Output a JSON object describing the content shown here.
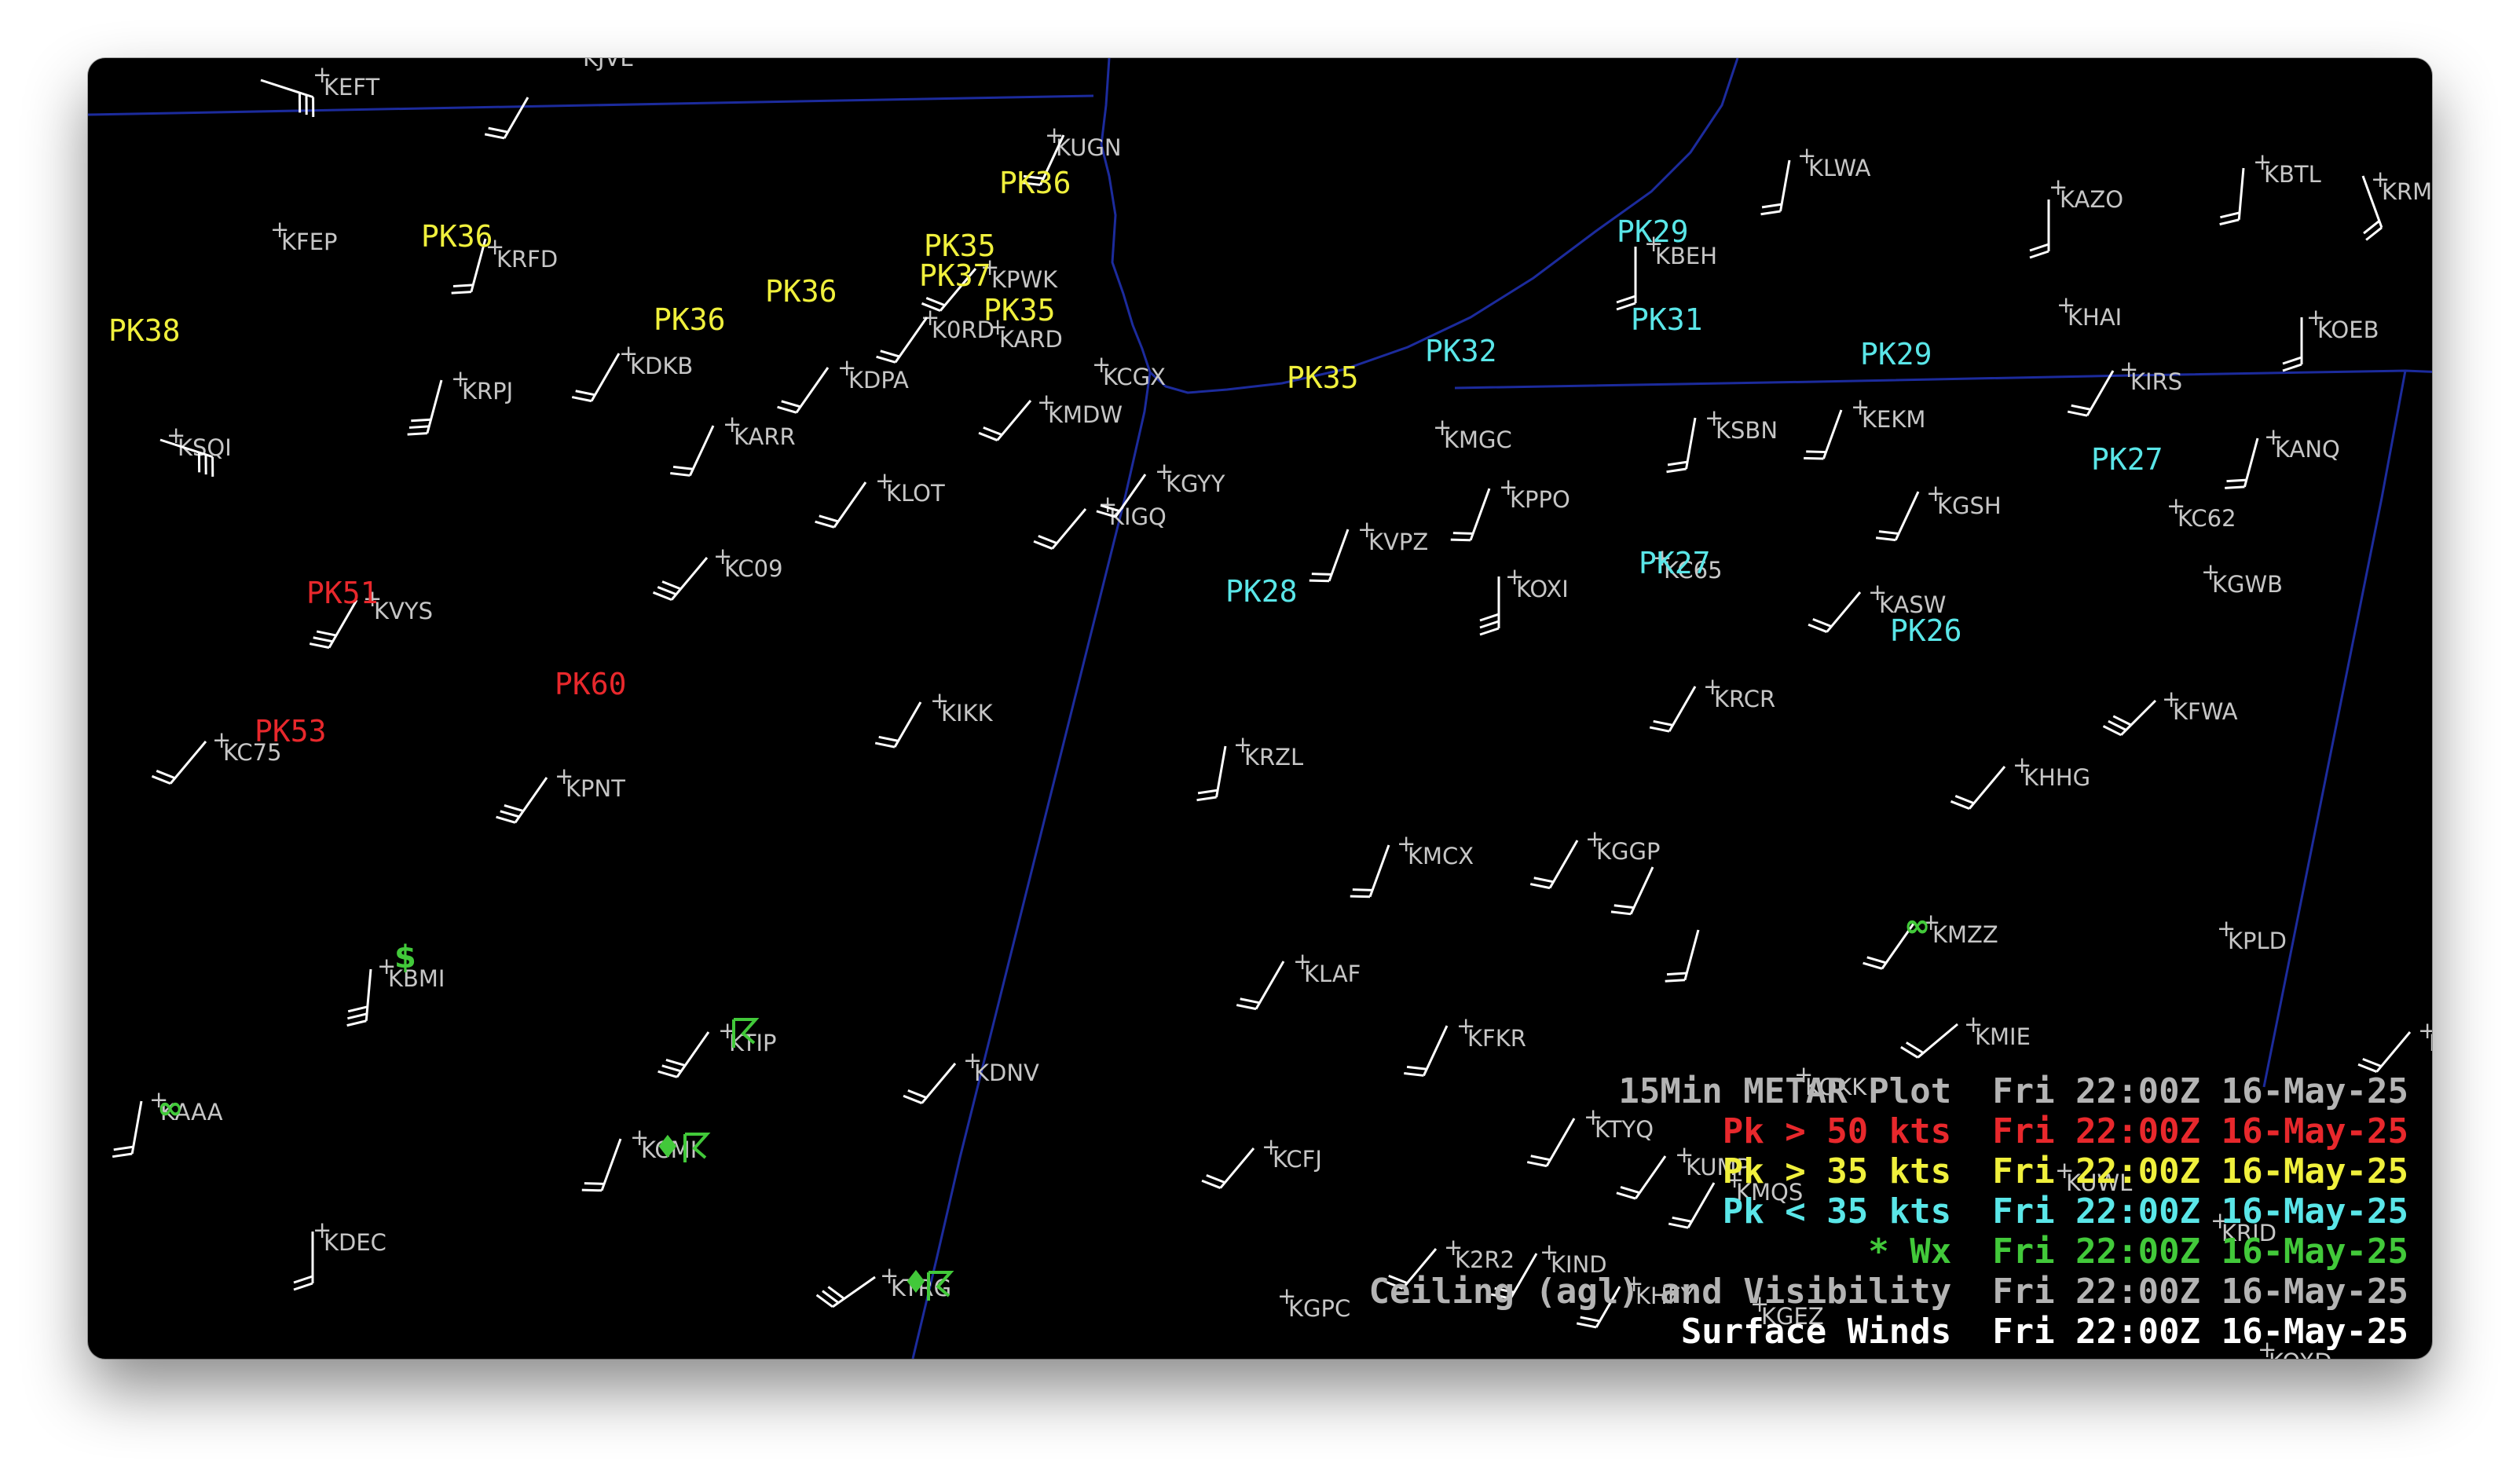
{
  "map": {
    "colors": {
      "background": "#000000",
      "station_label": "#c6c6c6",
      "wind_barb": "#ffffff",
      "border": "#1c2b9c",
      "pk_over_50": "#e8282c",
      "pk_over_35": "#f0f03c",
      "pk_under_35": "#5ae6e8",
      "wx": "#42c93a"
    },
    "stations": [
      {
        "id": "KEFT"
      },
      {
        "id": "KJVL"
      },
      {
        "id": "KUGN"
      },
      {
        "id": "KLWA"
      },
      {
        "id": "KAZO"
      },
      {
        "id": "KBTL"
      },
      {
        "id": "KRMY"
      },
      {
        "id": "KFEP"
      },
      {
        "id": "KRFD"
      },
      {
        "id": "KPWK"
      },
      {
        "id": "KBEH"
      },
      {
        "id": "KHAI"
      },
      {
        "id": "KOEB"
      },
      {
        "id": "K0RD"
      },
      {
        "id": "KARD"
      },
      {
        "id": "KDKB"
      },
      {
        "id": "KDPA"
      },
      {
        "id": "KCGX"
      },
      {
        "id": "KIRS"
      },
      {
        "id": "KRPJ"
      },
      {
        "id": "KMDW"
      },
      {
        "id": "KARR"
      },
      {
        "id": "KSQI"
      },
      {
        "id": "KMGC"
      },
      {
        "id": "KSBN"
      },
      {
        "id": "KEKM"
      },
      {
        "id": "KANQ"
      },
      {
        "id": "KGYY"
      },
      {
        "id": "KLOT"
      },
      {
        "id": "KPPO"
      },
      {
        "id": "KGSH"
      },
      {
        "id": "KIGQ"
      },
      {
        "id": "KC62"
      },
      {
        "id": "KVPZ"
      },
      {
        "id": "KC09"
      },
      {
        "id": "KC65"
      },
      {
        "id": "KOXI"
      },
      {
        "id": "KGWB"
      },
      {
        "id": "KVYS"
      },
      {
        "id": "KASW"
      },
      {
        "id": "KRCR"
      },
      {
        "id": "KIKK"
      },
      {
        "id": "KFWA"
      },
      {
        "id": "KC75"
      },
      {
        "id": "KRZL"
      },
      {
        "id": "KHHG"
      },
      {
        "id": "KPNT"
      },
      {
        "id": "KMCX"
      },
      {
        "id": "KGGP"
      },
      {
        "id": "KMZZ"
      },
      {
        "id": "KPLD"
      },
      {
        "id": "KBMI"
      },
      {
        "id": "KLAF"
      },
      {
        "id": "KFKR"
      },
      {
        "id": "KMIE"
      },
      {
        "id": "KTIP"
      },
      {
        "id": "KDNV"
      },
      {
        "id": "KAAA"
      },
      {
        "id": "KTYQ"
      },
      {
        "id": "KCMI"
      },
      {
        "id": "KCFJ"
      },
      {
        "id": "KUMP"
      },
      {
        "id": "KUWL"
      },
      {
        "id": "KMQS"
      },
      {
        "id": "KDEC"
      },
      {
        "id": "KHFY"
      },
      {
        "id": "KIND"
      },
      {
        "id": "K2R2"
      },
      {
        "id": "KTRG"
      },
      {
        "id": "KGPC"
      },
      {
        "id": "KGEZ"
      },
      {
        "id": "KOKK"
      },
      {
        "id": "KRID"
      },
      {
        "id": "KOXD"
      },
      {
        "id": "K"
      }
    ],
    "peaks": [
      {
        "text": "PK36",
        "class": "over35"
      },
      {
        "text": "PK36",
        "class": "over35"
      },
      {
        "text": "PK35",
        "class": "over35"
      },
      {
        "text": "PK37",
        "class": "over35"
      },
      {
        "text": "PK36",
        "class": "over35"
      },
      {
        "text": "PK38",
        "class": "over35"
      },
      {
        "text": "PK36",
        "class": "over35"
      },
      {
        "text": "PK35",
        "class": "over35"
      },
      {
        "text": "PK35",
        "class": "over35"
      },
      {
        "text": "PK32",
        "class": "under35"
      },
      {
        "text": "PK29",
        "class": "under35"
      },
      {
        "text": "PK31",
        "class": "under35"
      },
      {
        "text": "PK29",
        "class": "under35"
      },
      {
        "text": "PK27",
        "class": "under35"
      },
      {
        "text": "PK27",
        "class": "under35"
      },
      {
        "text": "PK28",
        "class": "under35"
      },
      {
        "text": "PK26",
        "class": "under35"
      },
      {
        "text": "PK51",
        "class": "over50"
      },
      {
        "text": "PK60",
        "class": "over50"
      },
      {
        "text": "PK53",
        "class": "over50"
      }
    ],
    "weather": [
      {
        "symbol": "$"
      },
      {
        "symbol": "∞"
      },
      {
        "symbol": "∞"
      },
      {
        "symbol": "∞"
      },
      {
        "symbol": "♦"
      },
      {
        "symbol": "♦"
      }
    ],
    "thunder_icons": 3
  },
  "legend": [
    {
      "label": "15Min METAR Plot",
      "time": "Fri 22:00Z 16-May-25",
      "color": "#b4b4b4"
    },
    {
      "label": "Pk > 50 kts",
      "time": "Fri 22:00Z 16-May-25",
      "color": "#e8282c"
    },
    {
      "label": "Pk > 35 kts",
      "time": "Fri 22:00Z 16-May-25",
      "color": "#f0f03c"
    },
    {
      "label": "Pk < 35 kts",
      "time": "Fri 22:00Z 16-May-25",
      "color": "#5ae6e8"
    },
    {
      "label": "* Wx",
      "time": "Fri 22:00Z 16-May-25",
      "color": "#42c93a"
    },
    {
      "label": "Ceiling (agl) and Visibility",
      "time": "Fri 22:00Z 16-May-25",
      "color": "#b4b4b4"
    },
    {
      "label": "Surface Winds",
      "time": "Fri 22:00Z 16-May-25",
      "color": "#ffffff"
    }
  ]
}
